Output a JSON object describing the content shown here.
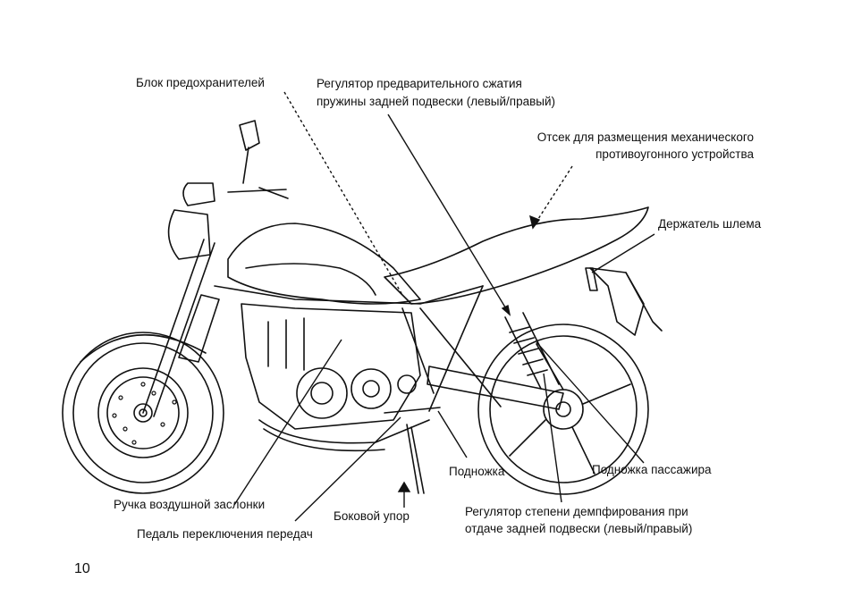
{
  "labels": {
    "fuse_box": "Блок предохранителей",
    "preload_adjuster_line1": "Регулятор предварительного сжатия",
    "preload_adjuster_line2": "пружины задней подвески (левый/правый)",
    "lock_storage_line1": "Отсек для размещения механического",
    "lock_storage_line2": "противоугонного устройства",
    "helmet_holder": "Держатель шлема",
    "passenger_footpeg": "Подножка пассажира",
    "footpeg": "Подножка",
    "rebound_adjuster_line1": "Регулятор степени демпфирования при",
    "rebound_adjuster_line2": "отдаче задней подвески (левый/правый)",
    "side_stand": "Боковой упор",
    "choke_lever": "Ручка воздушной заслонки",
    "shift_pedal": "Педаль переключения передач"
  },
  "page": {
    "number": "10"
  },
  "style": {
    "ink": "#111111",
    "paper": "#ffffff"
  }
}
